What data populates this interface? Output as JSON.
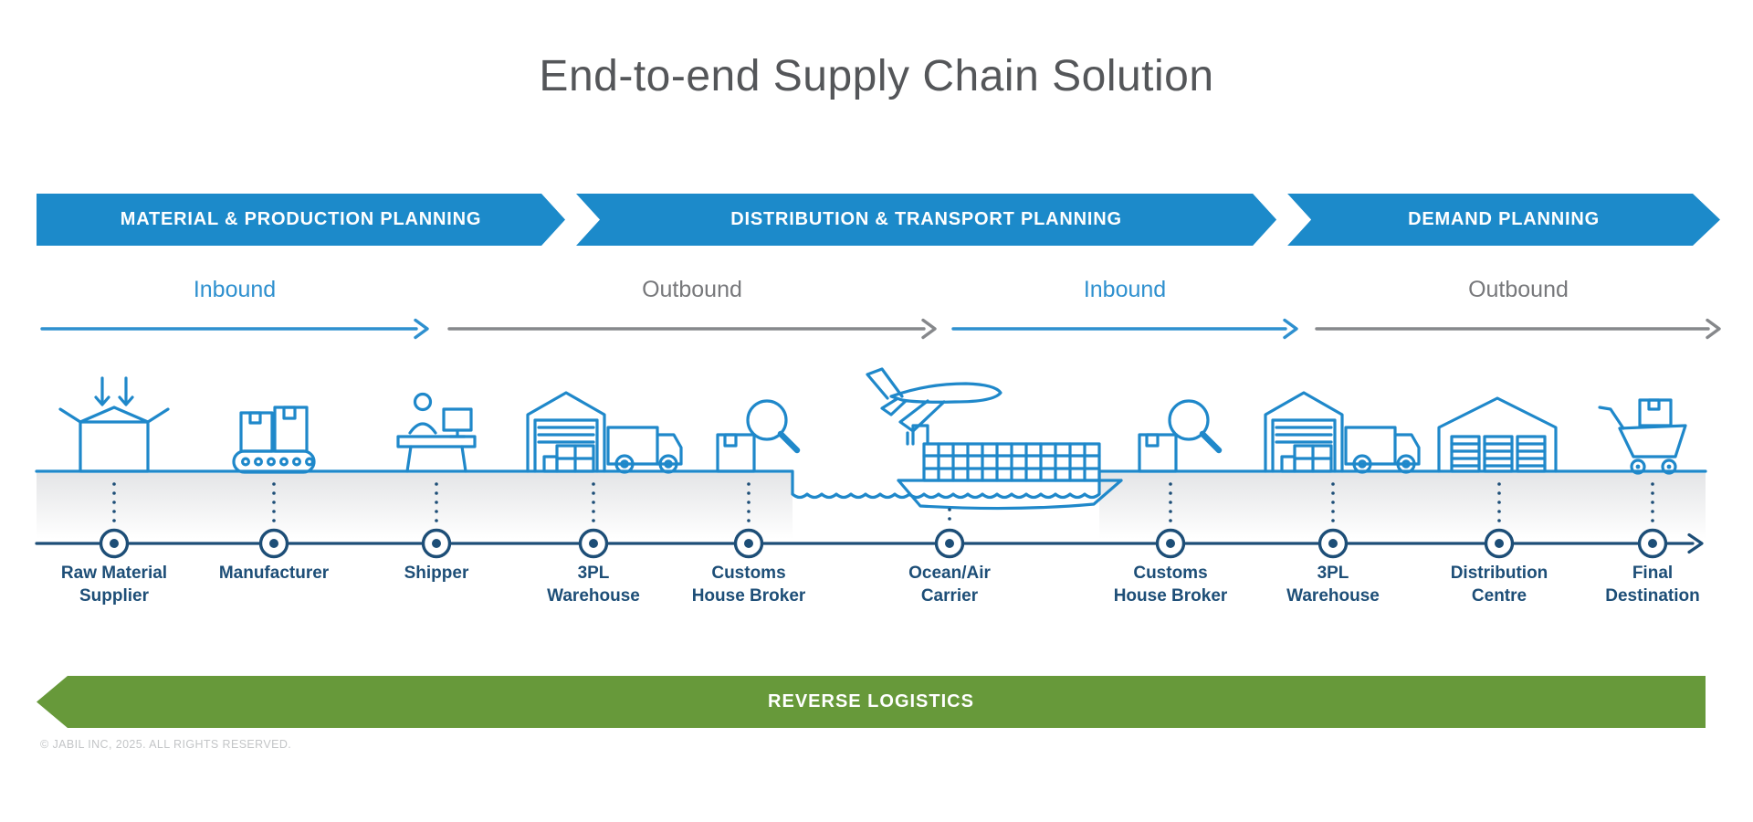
{
  "title": "End-to-end Supply Chain Solution",
  "phases": [
    {
      "label": "MATERIAL & PRODUCTION PLANNING"
    },
    {
      "label": "DISTRIBUTION & TRANSPORT PLANNING"
    },
    {
      "label": "DEMAND PLANNING"
    }
  ],
  "flows": [
    {
      "label": "Inbound",
      "type": "inbound"
    },
    {
      "label": "Outbound",
      "type": "outbound"
    },
    {
      "label": "Inbound",
      "type": "inbound"
    },
    {
      "label": "Outbound",
      "type": "outbound"
    }
  ],
  "stations": [
    {
      "line1": "Raw Material",
      "line2": "Supplier",
      "icon": "receiving-box-icon"
    },
    {
      "line1": "Manufacturer",
      "line2": "",
      "icon": "conveyor-belt-icon"
    },
    {
      "line1": "Shipper",
      "line2": "",
      "icon": "shipping-desk-icon"
    },
    {
      "line1": "3PL",
      "line2": "Warehouse",
      "icon": "warehouse-truck-icon"
    },
    {
      "line1": "Customs",
      "line2": "House Broker",
      "icon": "box-magnifier-icon"
    },
    {
      "line1": "Ocean/Air",
      "line2": "Carrier",
      "icon": "ship-airplane-icon"
    },
    {
      "line1": "Customs",
      "line2": "House Broker",
      "icon": "box-magnifier-icon"
    },
    {
      "line1": "3PL",
      "line2": "Warehouse",
      "icon": "warehouse-truck-icon"
    },
    {
      "line1": "Distribution",
      "line2": "Centre",
      "icon": "distribution-centre-icon"
    },
    {
      "line1": "Final",
      "line2": "Destination",
      "icon": "shopping-cart-icon"
    }
  ],
  "reverse": {
    "label": "REVERSE LOGISTICS"
  },
  "copyright": "© JABIL INC, 2025. ALL RIGHTS RESERVED.",
  "colors": {
    "phase_blue": "#1c8aca",
    "icon_blue": "#1f88ca",
    "timeline_navy": "#1d4e77",
    "inbound_blue": "#2e90cf",
    "outbound_gray": "#77787b",
    "reverse_green": "#67993a",
    "title_gray": "#545659",
    "copyright_gray": "#c3c5c7"
  }
}
